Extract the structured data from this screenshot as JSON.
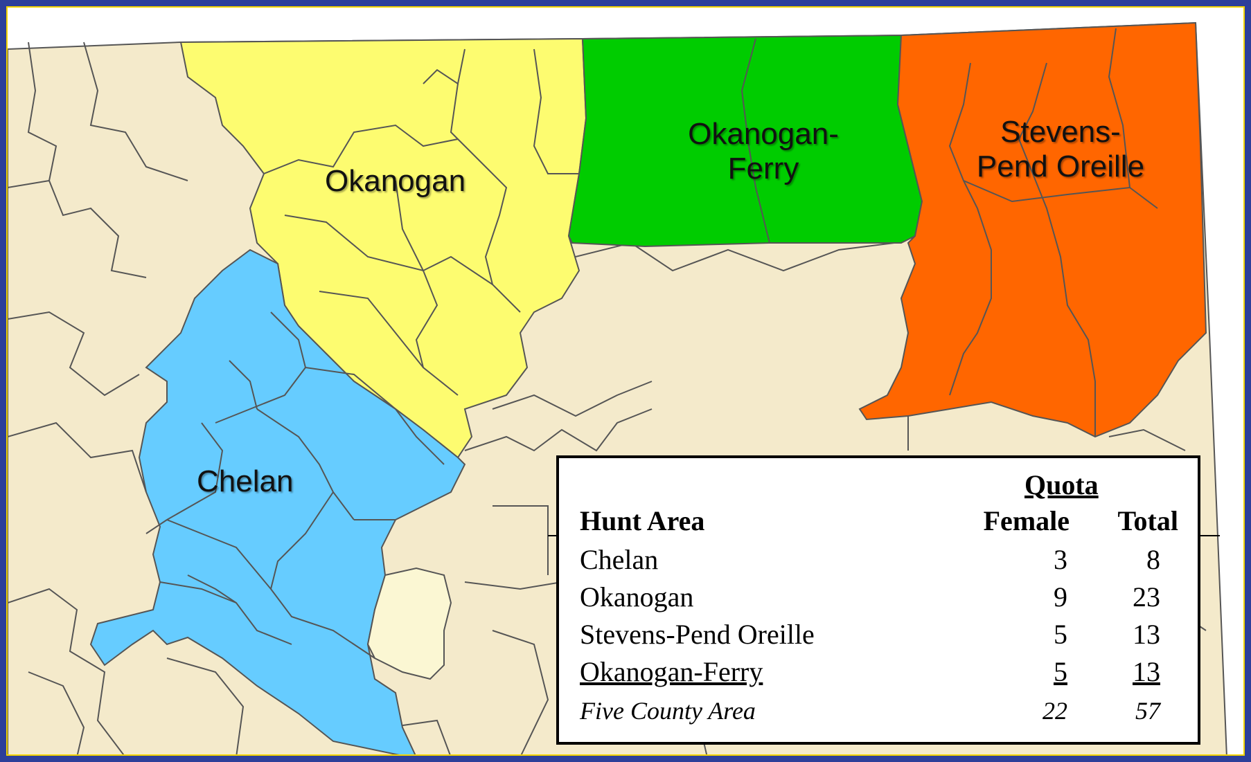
{
  "map": {
    "colors": {
      "background": "#f4eacb",
      "okanogan": "#fdfc70",
      "okanogan_ferry": "#00cc00",
      "stevens_pend_oreille": "#ff6600",
      "chelan": "#66ccff",
      "small_unit": "#fbf7d3",
      "border": "#555555",
      "frame": "#2d3f9a",
      "frame_edge": "#f4d400"
    },
    "labels": {
      "okanogan": "Okanogan",
      "okanogan_ferry_line1": "Okanogan-",
      "okanogan_ferry_line2": "Ferry",
      "stevens_line1": "Stevens-",
      "stevens_line2": "Pend Oreille",
      "chelan": "Chelan"
    }
  },
  "table": {
    "group_header": "Quota",
    "col_area": "Hunt Area",
    "col_female": "Female",
    "col_total": "Total",
    "rows": [
      {
        "area": "Chelan",
        "female": "3",
        "total": "8"
      },
      {
        "area": "Okanogan",
        "female": "9",
        "total": "23"
      },
      {
        "area": "Stevens-Pend Oreille",
        "female": "5",
        "total": "13"
      },
      {
        "area": "Okanogan-Ferry",
        "female": "5",
        "total": "13"
      }
    ],
    "summary": {
      "area": "Five County Area",
      "female": "22",
      "total": "57"
    }
  }
}
